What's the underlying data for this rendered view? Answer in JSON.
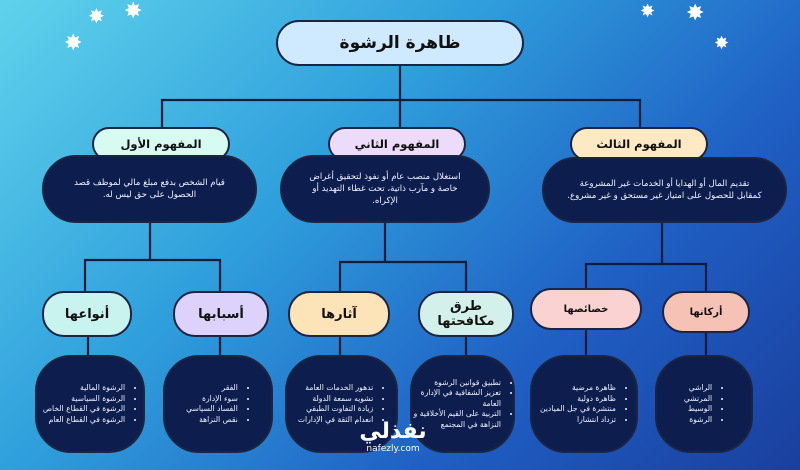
{
  "title": "ظاهرة الرشوة",
  "concepts": [
    {
      "label": "المفهوم الأول",
      "text": "قيام الشخص بدفع مبلغ مالي لموظف قصد الحصول على حق ليس له."
    },
    {
      "label": "المفهوم الثاني",
      "text": "استغلال منصب عام أو نفوذ لتحقيق أغراض خاصة و مآرب ذاتية، تحت غطاء التهديد أو الإكراه."
    },
    {
      "label": "المفهوم الثالث",
      "text": "تقديم المال أو الهدايا أو الخدمات غير المشروعة كمقابل للحصول على امتياز غير مستحق و غير مشروع."
    }
  ],
  "categories": [
    {
      "label": "أنواعها",
      "items": [
        "الرشوة المالية",
        "الرشوة السياسية",
        "الرشوة في القطاع الخاص",
        "الرشوة في القطاع العام"
      ]
    },
    {
      "label": "أسبابها",
      "items": [
        "الفقر",
        "سوء الإدارة",
        "الفساد السياسي",
        "نقص النزاهة"
      ]
    },
    {
      "label": "آثارها",
      "items": [
        "تدهور الخدمات العامة",
        "تشويه سمعة الدولة",
        "زيادة التفاوت الطبقي",
        "انعدام الثقة في الإدارات"
      ]
    },
    {
      "label": "طرق مكافحتها",
      "items": [
        "تطبيق قوانين الرشوة",
        "تعزيز الشفافية في الإدارة العامة",
        "التربية على القيم الأخلاقية و النزاهة في المجتمع"
      ]
    },
    {
      "label": "خصائصها",
      "items": [
        "ظاهرة مرضية",
        "ظاهرة دولية",
        "منتشرة في جل الميادين",
        "تزداد انتشارا"
      ]
    },
    {
      "label": "أركانها",
      "items": [
        "الراشي",
        "المرتشي",
        "الوسيط",
        "الرشوة"
      ]
    }
  ],
  "watermark": {
    "main": "نفذلي",
    "sub": "nafezly.com"
  },
  "colors": {
    "background_start": "#5fd3ec",
    "background_end": "#1a3f9e",
    "dark_box": "#0d1e4e",
    "outline": "#1b2440"
  },
  "decorations": [
    "star-icon"
  ]
}
